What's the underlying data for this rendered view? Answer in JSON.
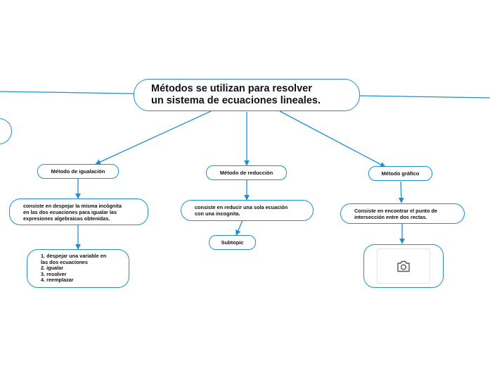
{
  "root": {
    "text": "Métodos se utilizan para resolver\nun sistema de ecuaciones lineales."
  },
  "branches": [
    {
      "method": "Método de igualación",
      "description": "consiste en despejar la misma incógnita\nen las dos ecuaciones para igualar las\nexpresiones algebraicas obtenidas.",
      "steps": "1. despejar una variable en\nlas dos ecuaciones\n2. igualar\n3. resolver\n4. reemplazar"
    },
    {
      "method": "Método de reducción",
      "description": "consiste en reducir una sola ecuación\ncon una incognita.",
      "subtopic": "Subtopic"
    },
    {
      "method": "Método gráfico",
      "description": "Consiste en encontrar el punto de\nintersección entre dos rectas.",
      "image_icon": "camera-icon"
    }
  ],
  "colors": {
    "line": "#1f8fd1",
    "border": "#1f8fd1",
    "text": "#111111"
  }
}
